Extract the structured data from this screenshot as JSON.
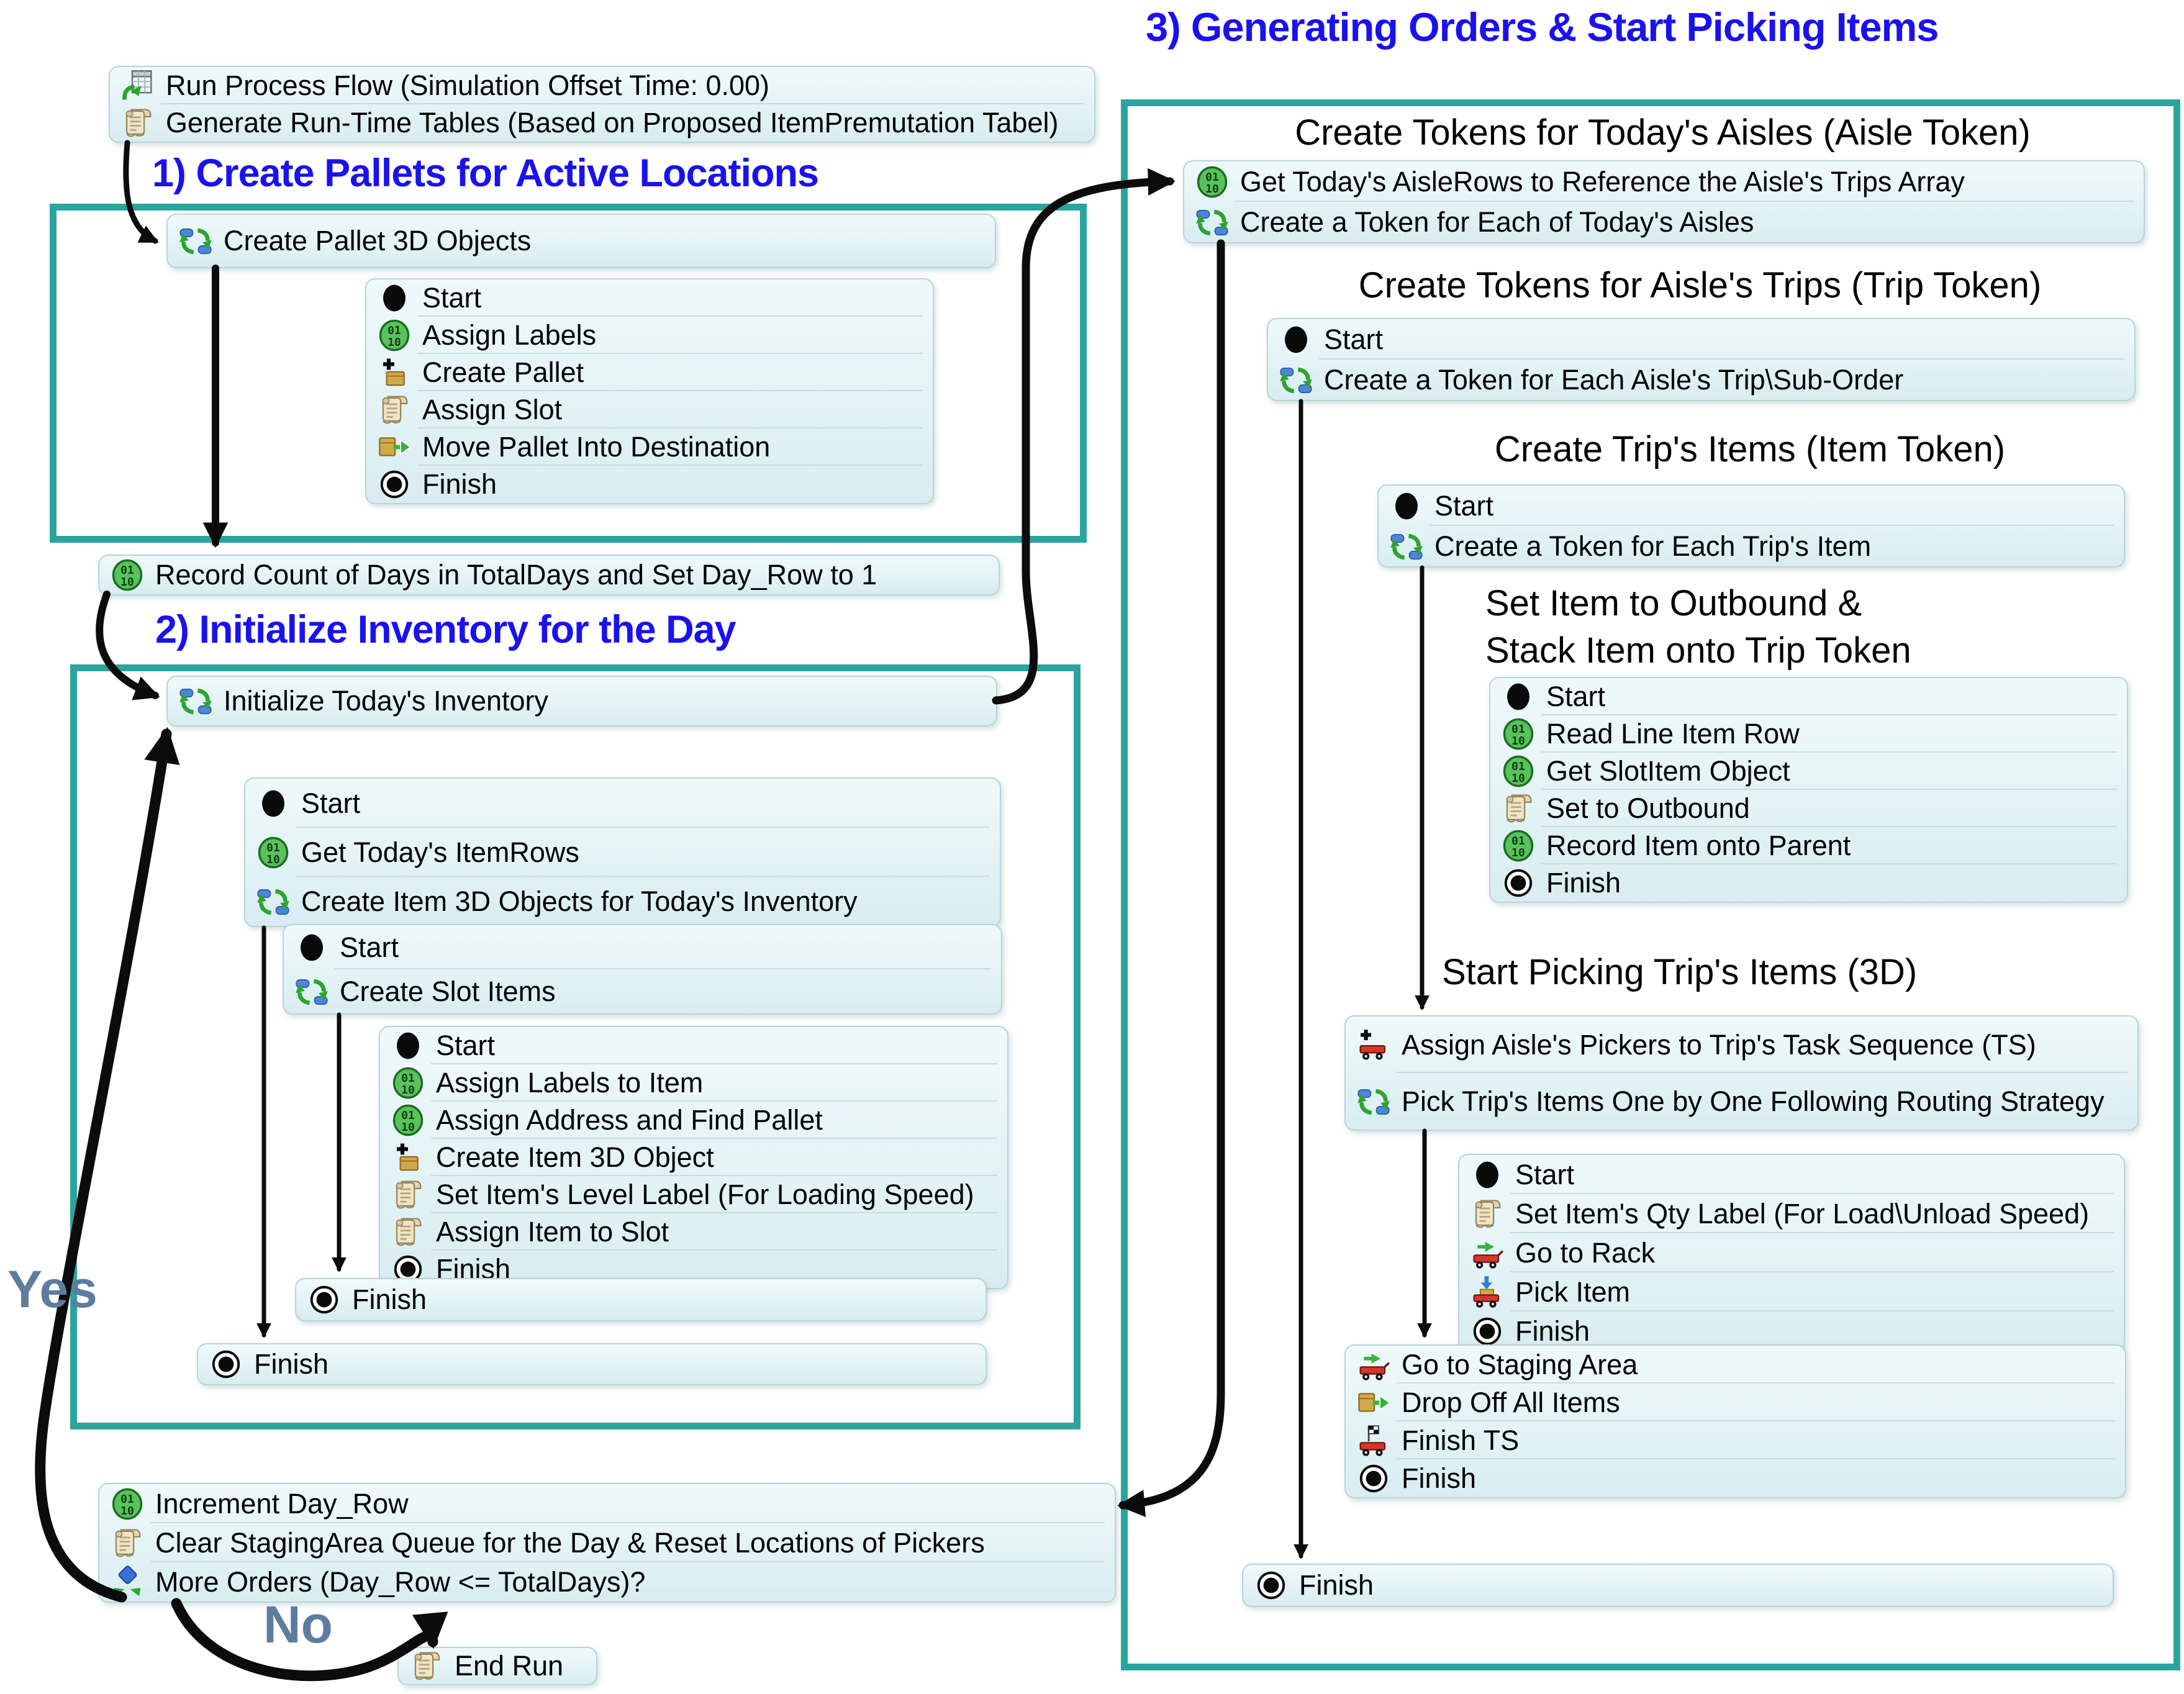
{
  "colors": {
    "accent_teal": "#2ba49e",
    "heading_blue": "#1a12ee",
    "edge_black": "#0c0c0c",
    "branch_label": "#5d7d9e",
    "box_fill": "#e7f6f8"
  },
  "branch_labels": {
    "yes": "Yes",
    "no": "No"
  },
  "headings": {
    "section1": "1) Create Pallets for Active Locations",
    "section2": "2) Initialize Inventory for the Day",
    "section3": "3) Generating Orders & Start Picking Items",
    "aisle": "Create Tokens for Today's Aisles (Aisle Token)",
    "trip": "Create Tokens for Aisle's Trips (Trip Token)",
    "item": "Create Trip's Items (Item Token)",
    "outbound_line1": "Set Item to Outbound &",
    "outbound_line2": "Stack Item onto Trip Token",
    "picking": "Start Picking Trip's Items (3D)"
  },
  "boxes": {
    "top": {
      "rows": [
        {
          "icon": "run-flow-icon",
          "label": "Run Process Flow (Simulation Offset Time: 0.00)"
        },
        {
          "icon": "scroll-icon",
          "label": "Generate Run-Time Tables (Based on Proposed ItemPremutation Tabel)"
        }
      ]
    },
    "create_pallet": {
      "rows": [
        {
          "icon": "loop-icon",
          "label": "Create Pallet 3D Objects"
        }
      ]
    },
    "pallet_sub": {
      "rows": [
        {
          "icon": "start-icon",
          "label": "Start"
        },
        {
          "icon": "assign-labels-icon",
          "label": "Assign Labels"
        },
        {
          "icon": "create-object-icon",
          "label": "Create Pallet"
        },
        {
          "icon": "scroll-icon",
          "label": "Assign Slot"
        },
        {
          "icon": "move-into-icon",
          "label": "Move Pallet Into Destination"
        },
        {
          "icon": "finish-icon",
          "label": "Finish"
        }
      ]
    },
    "record": {
      "rows": [
        {
          "icon": "assign-labels-icon",
          "label": "Record Count of Days in TotalDays and Set Day_Row to 1"
        }
      ]
    },
    "init": {
      "rows": [
        {
          "icon": "loop-icon",
          "label": "Initialize Today's Inventory"
        }
      ]
    },
    "init_sub1": {
      "rows": [
        {
          "icon": "start-icon",
          "label": "Start"
        },
        {
          "icon": "assign-labels-icon",
          "label": "Get Today's ItemRows"
        },
        {
          "icon": "loop-icon",
          "label": "Create Item 3D Objects for Today's Inventory"
        }
      ]
    },
    "init_sub2": {
      "rows": [
        {
          "icon": "start-icon",
          "label": "Start"
        },
        {
          "icon": "loop-icon",
          "label": "Create Slot Items"
        }
      ]
    },
    "init_sub3": {
      "rows": [
        {
          "icon": "start-icon",
          "label": "Start"
        },
        {
          "icon": "assign-labels-icon",
          "label": "Assign Labels to Item"
        },
        {
          "icon": "assign-labels-icon",
          "label": "Assign Address and Find Pallet"
        },
        {
          "icon": "create-object-icon",
          "label": "Create Item 3D Object"
        },
        {
          "icon": "scroll-icon",
          "label": "Set Item's Level Label (For Loading Speed)"
        },
        {
          "icon": "scroll-icon",
          "label": "Assign Item to Slot"
        },
        {
          "icon": "finish-icon",
          "label": "Finish"
        }
      ]
    },
    "finish_inner": {
      "rows": [
        {
          "icon": "finish-icon",
          "label": "Finish"
        }
      ]
    },
    "finish_outer": {
      "rows": [
        {
          "icon": "finish-icon",
          "label": "Finish"
        }
      ]
    },
    "increment": {
      "rows": [
        {
          "icon": "assign-labels-icon",
          "label": "Increment Day_Row"
        },
        {
          "icon": "scroll-icon",
          "label": "Clear StagingArea Queue for the Day & Reset Locations of Pickers"
        },
        {
          "icon": "decide-icon",
          "label": "More Orders (Day_Row <= TotalDays)?"
        }
      ]
    },
    "end_run": {
      "rows": [
        {
          "icon": "scroll-icon",
          "label": "End Run"
        }
      ]
    },
    "aisle": {
      "rows": [
        {
          "icon": "assign-labels-icon",
          "label": "Get Today's AisleRows to Reference the Aisle's Trips Array"
        },
        {
          "icon": "loop-icon",
          "label": "Create a Token for Each of Today's Aisles"
        }
      ]
    },
    "trip": {
      "rows": [
        {
          "icon": "start-icon",
          "label": "Start"
        },
        {
          "icon": "loop-icon",
          "label": "Create a Token for Each Aisle's Trip\\Sub-Order"
        }
      ]
    },
    "item": {
      "rows": [
        {
          "icon": "start-icon",
          "label": "Start"
        },
        {
          "icon": "loop-icon",
          "label": "Create a Token for Each Trip's Item"
        }
      ]
    },
    "outbound": {
      "rows": [
        {
          "icon": "start-icon",
          "label": "Start"
        },
        {
          "icon": "assign-labels-icon",
          "label": "Read Line Item Row"
        },
        {
          "icon": "assign-labels-icon",
          "label": "Get SlotItem Object"
        },
        {
          "icon": "scroll-icon",
          "label": "Set to Outbound"
        },
        {
          "icon": "assign-labels-icon",
          "label": "Record Item onto Parent"
        },
        {
          "icon": "finish-icon",
          "label": "Finish"
        }
      ]
    },
    "picking": {
      "rows": [
        {
          "icon": "assign-picker-icon",
          "label": "Assign Aisle's Pickers to Trip's Task Sequence (TS)"
        },
        {
          "icon": "loop-icon",
          "label": "Pick Trip's Items One by One Following Routing Strategy"
        }
      ]
    },
    "pick_sub": {
      "rows": [
        {
          "icon": "start-icon",
          "label": "Start"
        },
        {
          "icon": "scroll-icon",
          "label": "Set Item's Qty Label (For Load\\Unload Speed)"
        },
        {
          "icon": "travel-icon",
          "label": "Go to Rack"
        },
        {
          "icon": "load-icon",
          "label": "Pick Item"
        },
        {
          "icon": "finish-icon",
          "label": "Finish"
        }
      ]
    },
    "staging": {
      "rows": [
        {
          "icon": "travel-icon",
          "label": "Go to Staging Area"
        },
        {
          "icon": "move-into-icon",
          "label": "Drop Off All Items"
        },
        {
          "icon": "finish-ts-icon",
          "label": "Finish TS"
        },
        {
          "icon": "finish-icon",
          "label": "Finish"
        }
      ]
    },
    "final_finish": {
      "rows": [
        {
          "icon": "finish-icon",
          "label": "Finish"
        }
      ]
    }
  }
}
